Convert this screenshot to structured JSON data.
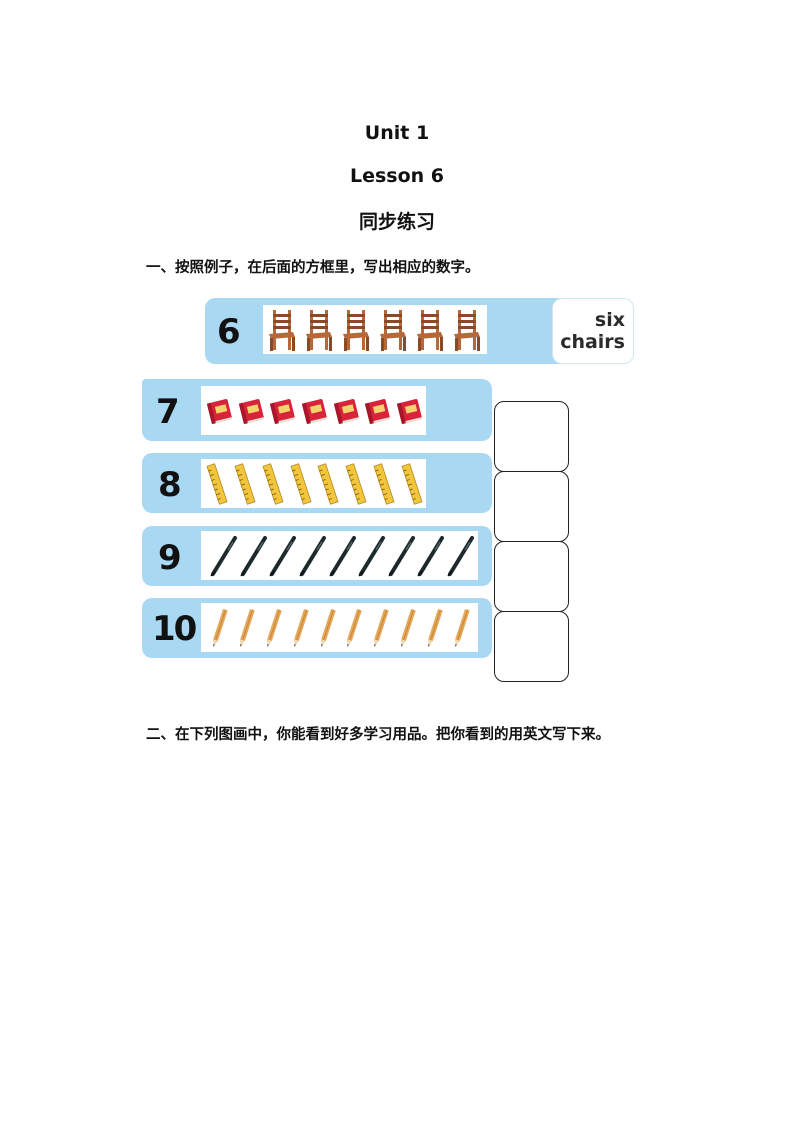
{
  "header": {
    "unit": "Unit 1",
    "lesson": "Lesson 6",
    "subtitle": "同步练习"
  },
  "section1": {
    "instruction": "一、按照例子，在后面的方框里，写出相应的数字。",
    "example": {
      "number": "6",
      "item_icon": "chair-icon",
      "item_count": 6,
      "word_line1": "six",
      "word_line2": "chairs"
    },
    "rows": [
      {
        "number": "7",
        "item_icon": "book-icon",
        "item_count": 7
      },
      {
        "number": "8",
        "item_icon": "ruler-icon",
        "item_count": 8
      },
      {
        "number": "9",
        "item_icon": "pen-icon",
        "item_count": 9
      },
      {
        "number": "10",
        "item_icon": "pencil-icon",
        "item_count": 10
      }
    ],
    "answer_boxes": 4
  },
  "section2": {
    "instruction": "二、在下列图画中，你能看到好多学习用品。把你看到的用英文写下来。"
  },
  "colors": {
    "band": "#a9d8f3",
    "book": "#d8243a",
    "ruler": "#f2c53d",
    "pen": "#1d2a2d",
    "pencil": "#e6a85a",
    "chair": "#b5683a"
  }
}
